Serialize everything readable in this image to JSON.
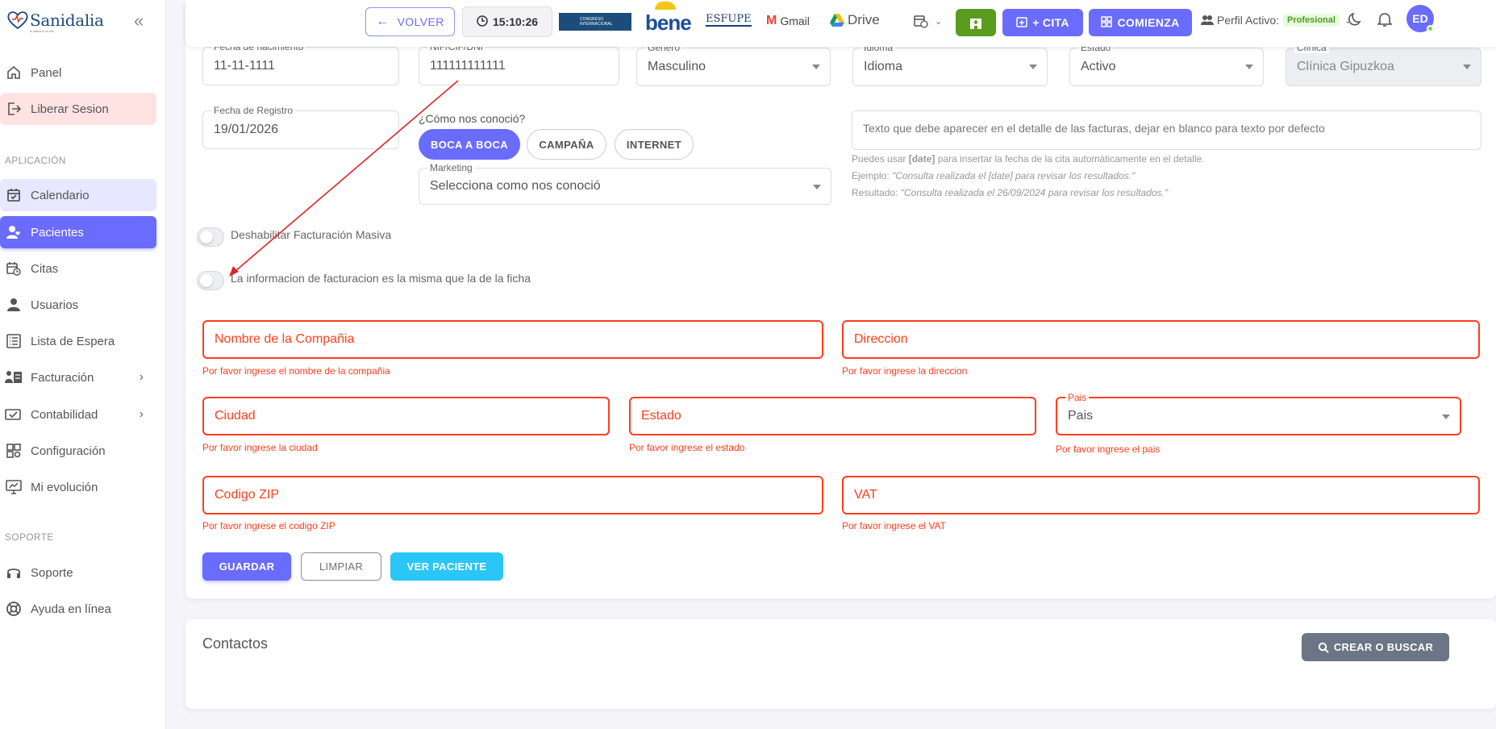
{
  "app": {
    "logo_text": "Sanidalia",
    "logo_tagline": "tu salud a un clic"
  },
  "sidebar": {
    "items": [
      {
        "label": "Panel"
      },
      {
        "label": "Liberar Sesion"
      },
      {
        "label": "Calendario"
      },
      {
        "label": "Pacientes"
      },
      {
        "label": "Citas"
      },
      {
        "label": "Usuarios"
      },
      {
        "label": "Lista de Espera"
      },
      {
        "label": "Facturación"
      },
      {
        "label": "Contabilidad"
      },
      {
        "label": "Configuración"
      },
      {
        "label": "Mi evolución"
      },
      {
        "label": "Soporte"
      },
      {
        "label": "Ayuda en línea"
      }
    ],
    "section_app": "APLICACIÓN",
    "section_support": "SOPORTE"
  },
  "topbar": {
    "back_label": "VOLVER",
    "clock": "15:10:26",
    "brand_congreso": "CONGRESO INTERNACIONAL",
    "brand_bene": "bene",
    "brand_esfupe": "ESFUPE",
    "brand_gmail": "Gmail",
    "brand_drive": "Drive",
    "cita_label": "+ CITA",
    "comienza_label": "COMIENZA",
    "profile_prefix": "Perfil Activo:",
    "profile_role": "Profesional",
    "avatar_initials": "ED",
    "colors": {
      "accent": "#696cff",
      "green": "#5a9c1e",
      "status_online": "#71dd37"
    }
  },
  "form": {
    "birth_date_label": "Fecha de nacimiento",
    "birth_date": "11-11-1111",
    "nif_label": "NIF/CIF/DNI",
    "nif": "111111111111",
    "gender_label": "Género",
    "gender": "Masculino",
    "language_label": "Idioma",
    "language": "Idioma",
    "state_label": "Estado",
    "state": "Activo",
    "clinic_label": "Clínica",
    "clinic": "Clínica Gipuzkoa",
    "reg_date_label": "Fecha de Registro",
    "reg_date": "19/01/2026",
    "how_question": "¿Cómo nos conoció?",
    "how_options": [
      "BOCA A BOCA",
      "CAMPAÑA",
      "INTERNET"
    ],
    "how_selected": "BOCA A BOCA",
    "marketing_label": "Marketing",
    "marketing_placeholder": "Selecciona como nos conoció",
    "invoice_text_placeholder": "Texto que debe aparecer en el detalle de las facturas, dejar en blanco para texto por defecto",
    "hint_prefix": "Puedes usar",
    "hint_token": "[date]",
    "hint_suffix": "para insertar la fecha de la cita automáticamente en el detalle.",
    "example_prefix": "Ejemplo:",
    "example_text": "\"Consulta realizada el [date] para revisar los resultados.\"",
    "result_prefix": "Resultado:",
    "result_text": "\"Consulta realizada el 26/09/2024 para revisar los resultados.\"",
    "toggle_mass_billing": "Deshabilitar Facturación Masiva",
    "toggle_same_info": "La informacion de facturacion es la misma que la de la ficha",
    "company_placeholder": "Nombre de la Compañia",
    "company_error": "Por favor ingrese el nombre de la compañia",
    "address_placeholder": "Direccion",
    "address_error": "Por favor ingrese la direccion",
    "city_placeholder": "Ciudad",
    "city_error": "Por favor ingrese la ciudad",
    "region_placeholder": "Estado",
    "region_error": "Por favor ingrese el estado",
    "country_label": "Pais",
    "country_value": "Pais",
    "country_error": "Por favor ingrese el pais",
    "zip_placeholder": "Codigo ZIP",
    "zip_error": "Por favor ingrese el codigo ZIP",
    "vat_placeholder": "VAT",
    "vat_error": "Por favor ingrese el VAT",
    "save_label": "GUARDAR",
    "clear_label": "LIMPIAR",
    "view_label": "VER PACIENTE",
    "colors": {
      "error": "#ff3e1d",
      "info": "#29c6f7"
    }
  },
  "contacts": {
    "title": "Contactos",
    "search_label": "CREAR O BUSCAR"
  }
}
